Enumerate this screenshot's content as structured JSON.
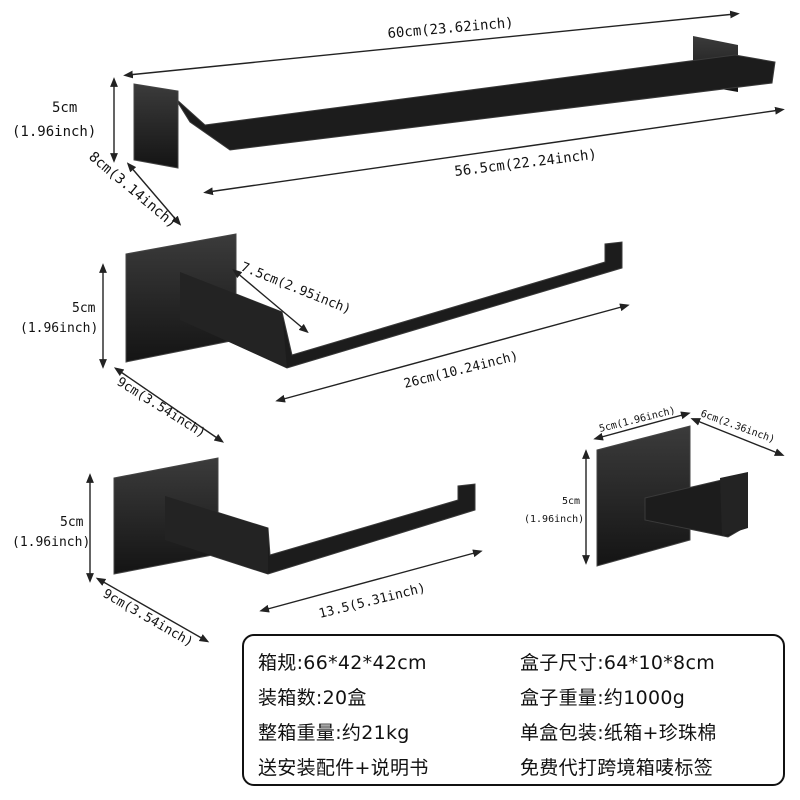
{
  "products": {
    "towel_bar": {
      "width_label": "60cm(23.62inch)",
      "bar_length_label": "56.5cm(22.24inch)",
      "height_label": "5cm",
      "height_inch_label": "(1.96inch)",
      "depth_label": "8cm(3.14inch)"
    },
    "towel_ring": {
      "depth_label": "7.5cm(2.95inch)",
      "length_label": "26cm(10.24inch)",
      "height_label": "5cm",
      "height_inch_label": "(1.96inch)",
      "base_depth_label": "9cm(3.54inch)"
    },
    "paper_holder": {
      "length_label": "13.5(5.31inch)",
      "height_label": "5cm",
      "height_inch_label": "(1.96inch)",
      "base_depth_label": "9cm(3.54inch)"
    },
    "robe_hook": {
      "width_label": "5cm(1.96inch)",
      "depth_label": "6cm(2.36inch)",
      "height_label": "5cm",
      "height_inch_label": "(1.96inch)"
    }
  },
  "specs": {
    "carton_size": "箱规:66*42*42cm",
    "box_size": "盒子尺寸:64*10*8cm",
    "carton_qty": "装箱数:20盒",
    "box_weight": "盒子重量:约1000g",
    "carton_weight": "整箱重量:约21kg",
    "packaging": "单盒包装:纸箱+珍珠棉",
    "accessories": "送安装配件+说明书",
    "labeling": "免费代打跨境箱唛标签"
  },
  "colors": {
    "product": "#1c1c1c",
    "product_edge": "#3a3a3a",
    "background": "#ffffff"
  }
}
